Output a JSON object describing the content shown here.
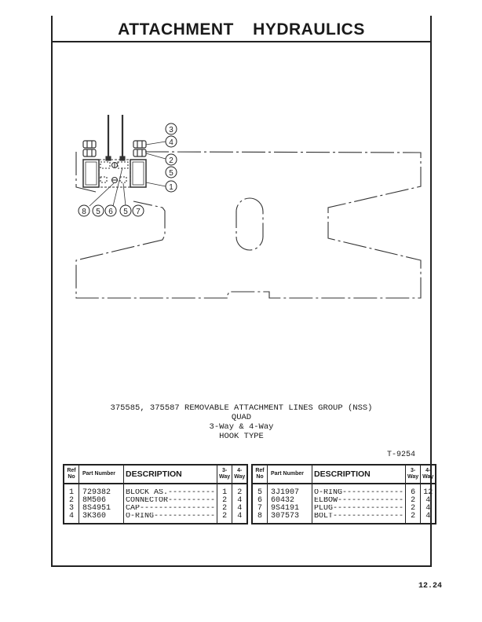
{
  "page": {
    "title": "ATTACHMENT HYDRAULICS",
    "illustration_number": "T-9254",
    "page_number": "12.24"
  },
  "diagram": {
    "callouts": [
      "3",
      "4",
      "2",
      "5",
      "1",
      "8",
      "5",
      "6",
      "5",
      "7"
    ]
  },
  "caption": {
    "line1": "375585, 375587 REMOVABLE ATTACHMENT LINES GROUP (NSS)",
    "line2": "QUAD",
    "line3": "3-Way & 4-Way",
    "line4": "HOOK TYPE"
  },
  "table_headers": {
    "ref_no": "Ref No",
    "part_number": "Part Number",
    "description": "DESCRIPTION",
    "three_way": "3- Way",
    "four_way": "4- Way"
  },
  "parts_left": [
    {
      "ref": "1",
      "part": "729382",
      "desc": "BLOCK AS.----------",
      "three_way": "1",
      "four_way": "2"
    },
    {
      "ref": "2",
      "part": "8M506",
      "desc": "CONNECTOR----------",
      "three_way": "2",
      "four_way": "4"
    },
    {
      "ref": "3",
      "part": "8S4951",
      "desc": "CAP----------------",
      "three_way": "2",
      "four_way": "4"
    },
    {
      "ref": "4",
      "part": "3K360",
      "desc": "O-RING-------------",
      "three_way": "2",
      "four_way": "4"
    }
  ],
  "parts_right": [
    {
      "ref": "5",
      "part": "3J1907",
      "desc": "O-RING-------------",
      "three_way": "6",
      "four_way": "12"
    },
    {
      "ref": "6",
      "part": "60432",
      "desc": "ELBOW--------------",
      "three_way": "2",
      "four_way": "4"
    },
    {
      "ref": "7",
      "part": "9S4191",
      "desc": "PLUG---------------",
      "three_way": "2",
      "four_way": "4"
    },
    {
      "ref": "8",
      "part": "307573",
      "desc": "BOLT---------------",
      "three_way": "2",
      "four_way": "4"
    }
  ]
}
